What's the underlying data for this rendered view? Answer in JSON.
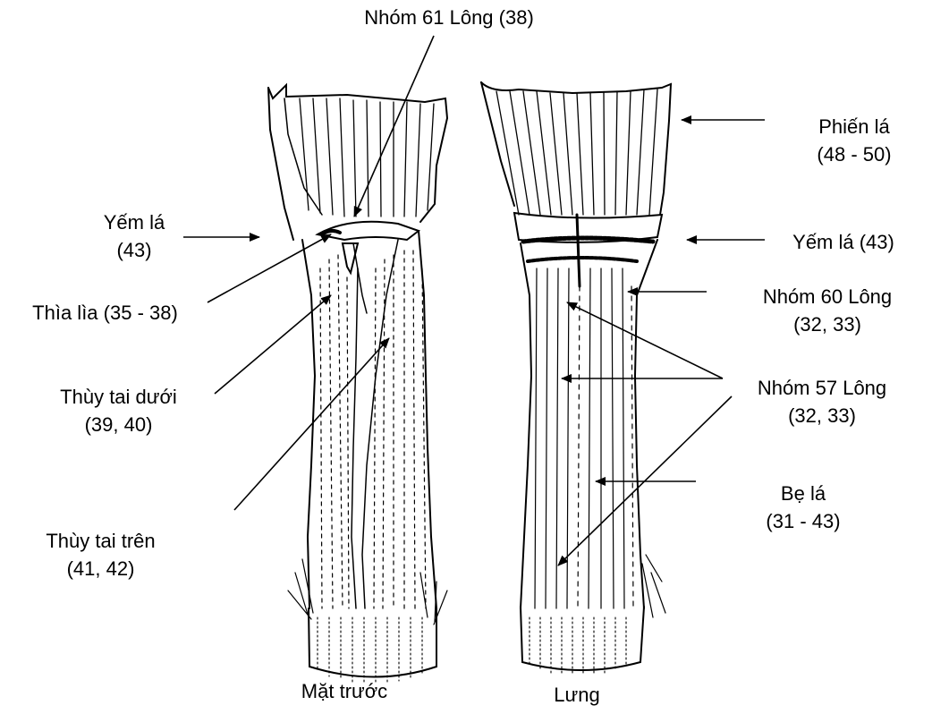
{
  "labels": {
    "nhom61": {
      "line1": "Nhóm 61 Lông (38)"
    },
    "yem_la_left": {
      "line1": "Yếm lá",
      "line2": "(43)"
    },
    "thia_lia": {
      "line1": "Thìa lìa (35 - 38)"
    },
    "thuy_tai_duoi": {
      "line1": "Thùy tai dưới",
      "line2": "(39, 40)"
    },
    "thuy_tai_tren": {
      "line1": "Thùy tai trên",
      "line2": "(41, 42)"
    },
    "phien_la": {
      "line1": "Phiến lá",
      "line2": "(48 - 50)"
    },
    "yem_la_right": {
      "line1": "Yếm lá (43)"
    },
    "nhom60": {
      "line1": "Nhóm 60 Lông",
      "line2": "(32, 33)"
    },
    "nhom57": {
      "line1": "Nhóm 57 Lông",
      "line2": "(32, 33)"
    },
    "be_la": {
      "line1": "Bẹ lá",
      "line2": "(31 - 43)"
    }
  },
  "captions": {
    "front": "Mặt trước",
    "back": "Lưng"
  },
  "colors": {
    "ink": "#000000",
    "background": "#ffffff"
  }
}
